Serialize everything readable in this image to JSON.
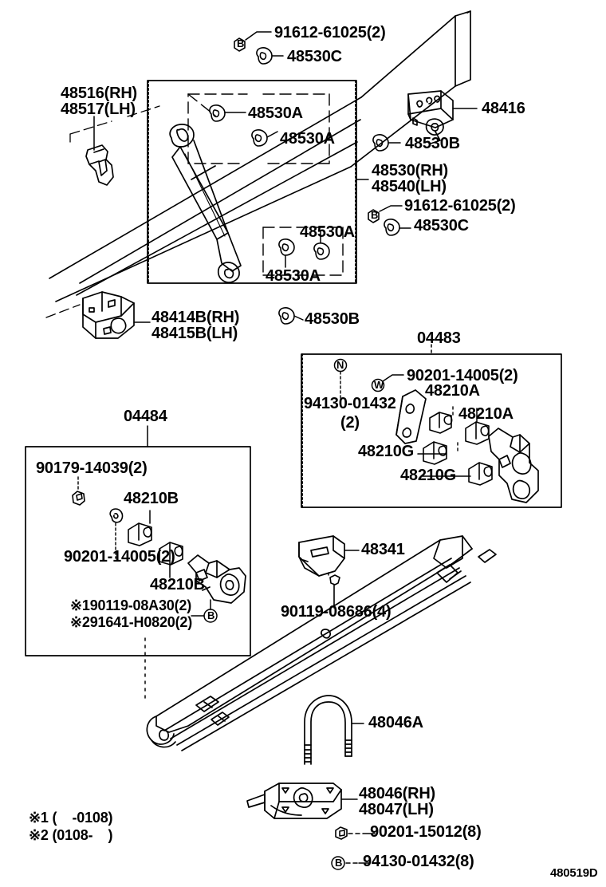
{
  "diagram": {
    "code": "480519D",
    "footnotes": [
      "※1 (    -0108)",
      "※2 (0108-    )"
    ]
  },
  "groups": {
    "upper_assembly_box": "48530(RH)\n48540(LH)",
    "kit_right": "04483",
    "kit_left": "04484"
  },
  "labels": {
    "l_91612_top": "91612-61025(2)",
    "l_48530C_top": "48530C",
    "l_48516_48517": "48516(RH)\n48517(LH)",
    "l_48530A_1": "48530A",
    "l_48530A_2": "48530A",
    "l_48416": "48416",
    "l_48530B_top": "48530B",
    "l_48530_48540": "48530(RH)\n48540(LH)",
    "l_91612_mid": "91612-61025(2)",
    "l_48530C_mid": "48530C",
    "l_48530A_3": "48530A",
    "l_48530A_4": "48530A",
    "l_48414B_48415B": "48414B(RH)\n48415B(LH)",
    "l_48530B_bot": "48530B",
    "l_04483": "04483",
    "l_90201_14005_r": "90201-14005(2)",
    "l_94130_01432": "94130-01432",
    "l_94130_01432_qty": "(2)",
    "l_48210A_1": "48210A",
    "l_48210A_2": "48210A",
    "l_48210G_1": "48210G",
    "l_48210G_2": "48210G",
    "l_04484": "04484",
    "l_90179_14039": "90179-14039(2)",
    "l_48210B_1": "48210B",
    "l_90201_14005_l": "90201-14005(2)",
    "l_48210B_2": "48210B",
    "l_star1": "※190119-08A30(2)",
    "l_star2": "※291641-H0820(2)",
    "l_48341": "48341",
    "l_90119_08686": "90119-08686(4)",
    "l_48046A": "48046A",
    "l_48046_48047": "48046(RH)\n48047(LH)",
    "l_90201_15012": "90201-15012(8)",
    "l_94130_01432_8": "94130-01432(8)"
  },
  "markers": {
    "bolt_B": "B",
    "nut_N": "N",
    "washer_W": "W"
  },
  "colors": {
    "ink": "#000000",
    "paper": "#ffffff"
  }
}
